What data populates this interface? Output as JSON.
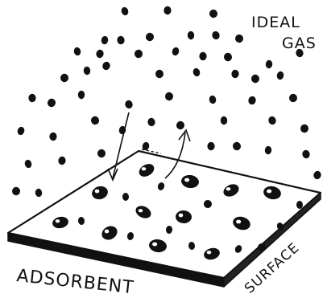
{
  "labels": {
    "gas_line1": "IDEAL",
    "gas_line2": "GAS",
    "adsorbent": "ADSORBENT",
    "surface": "SURFACE"
  },
  "colors": {
    "ink": "#111111",
    "paper": "#ffffff"
  }
}
